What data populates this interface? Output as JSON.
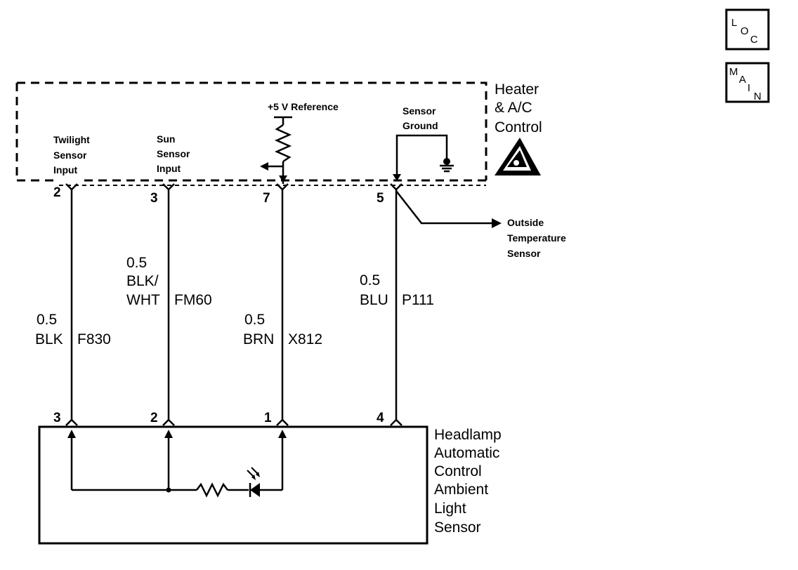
{
  "nav": {
    "loc": {
      "l": "L",
      "o": "O",
      "c": "C"
    },
    "main": {
      "m": "M",
      "a": "A",
      "i": "I",
      "n": "N"
    }
  },
  "hvac": {
    "title": [
      "Heater",
      "& A/C",
      "Control"
    ],
    "ref_label": "+5 V Reference",
    "ground_label": [
      "Sensor",
      "Ground"
    ],
    "twilight_label": [
      "Twilight",
      "Sensor",
      "Input"
    ],
    "sun_label": [
      "Sun",
      "Sensor",
      "Input"
    ],
    "pins": [
      "2",
      "3",
      "7",
      "5"
    ]
  },
  "outside": {
    "label": [
      "Outside",
      "Temperature",
      "Sensor"
    ]
  },
  "wires": {
    "w1": {
      "size": "0.5",
      "color": "BLK",
      "circuit": "F830"
    },
    "w2": {
      "size": "0.5",
      "color1": "BLK/",
      "color2": "WHT",
      "circuit": "FM60"
    },
    "w3": {
      "size": "0.5",
      "color": "BRN",
      "circuit": "X812"
    },
    "w4": {
      "size": "0.5",
      "color": "BLU",
      "circuit": "P111"
    }
  },
  "sensor": {
    "title": [
      "Headlamp",
      "Automatic",
      "Control",
      "Ambient",
      "Light",
      "Sensor"
    ],
    "pins": [
      "3",
      "2",
      "1",
      "4"
    ]
  }
}
